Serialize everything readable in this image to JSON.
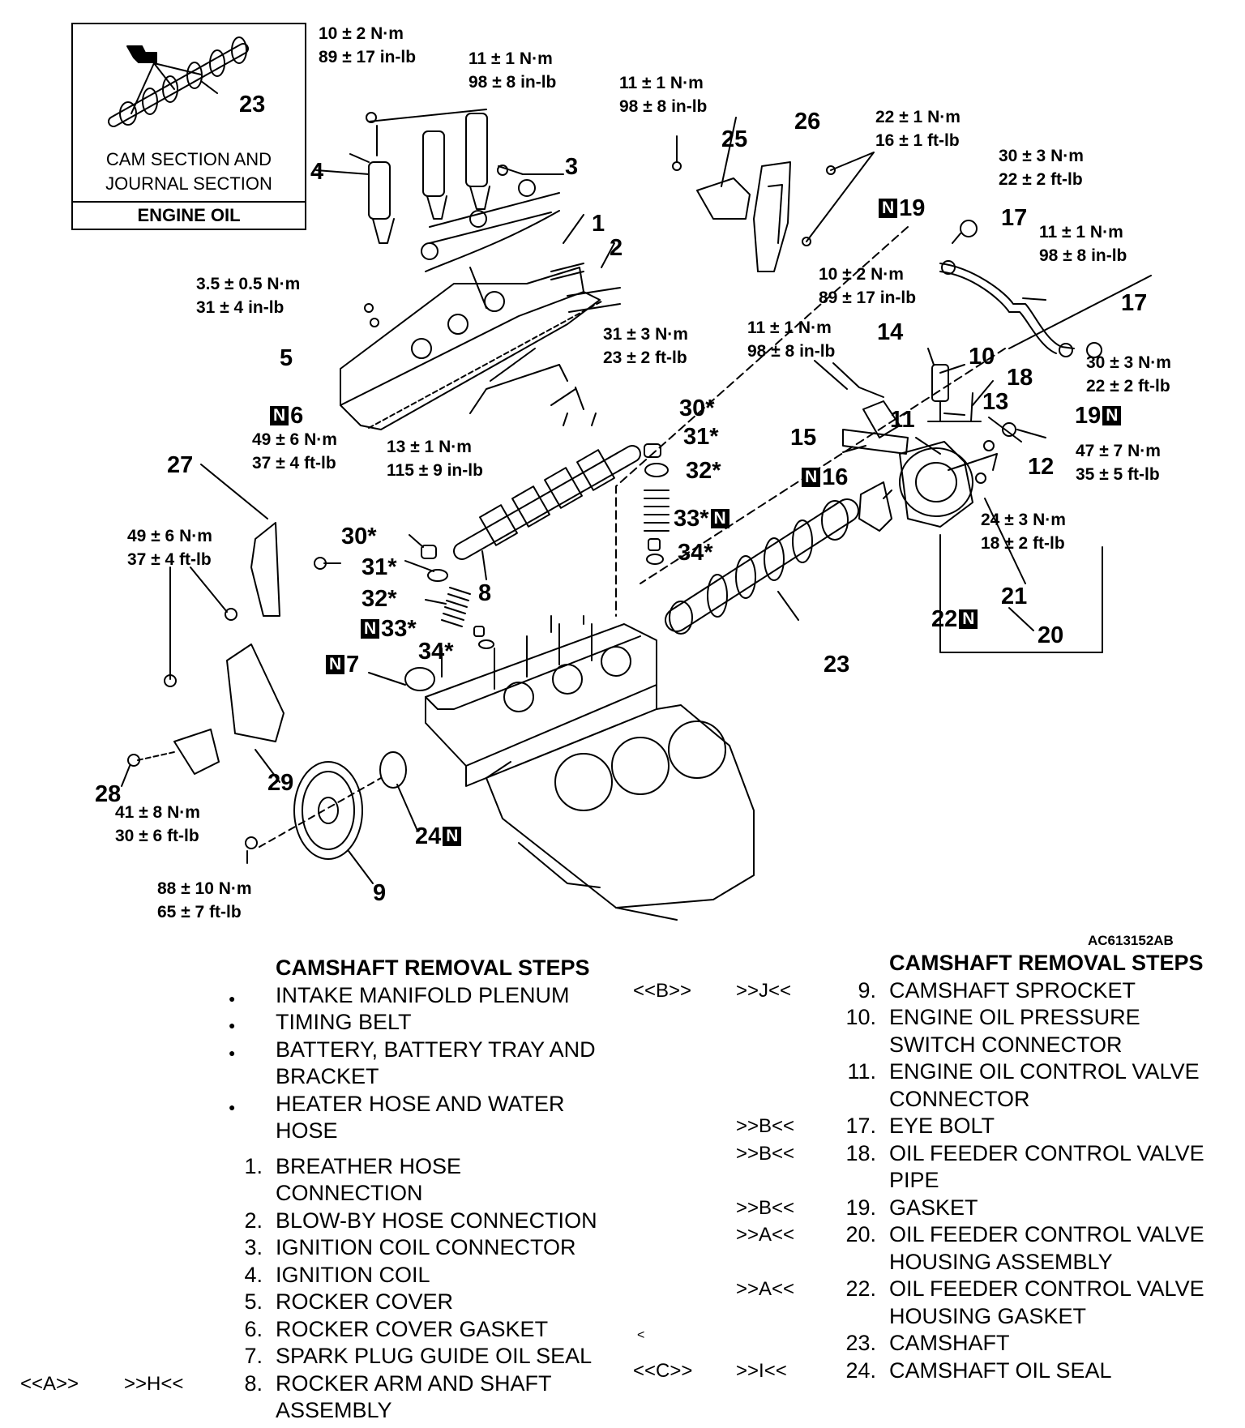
{
  "figure_code": "AC613152AB",
  "inset": {
    "part": "23",
    "caption_line1": "CAM SECTION AND",
    "caption_line2": "JOURNAL SECTION",
    "footer": "ENGINE OIL"
  },
  "torque_specs": [
    {
      "id": "t1",
      "l1": "10 ± 2 N·m",
      "l2": "89 ± 17 in-lb"
    },
    {
      "id": "t2",
      "l1": "11 ± 1 N·m",
      "l2": "98 ± 8 in-lb"
    },
    {
      "id": "t3",
      "l1": "11 ± 1 N·m",
      "l2": "98 ± 8 in-lb"
    },
    {
      "id": "t4",
      "l1": "22 ± 1 N·m",
      "l2": "16 ± 1 ft-lb"
    },
    {
      "id": "t5",
      "l1": "30 ± 3 N·m",
      "l2": "22 ± 2 ft-lb"
    },
    {
      "id": "t6",
      "l1": "11 ± 1 N·m",
      "l2": "98 ± 8 in-lb"
    },
    {
      "id": "t7",
      "l1": "3.5 ± 0.5 N·m",
      "l2": "31 ± 4 in-lb"
    },
    {
      "id": "t8",
      "l1": "10 ± 2 N·m",
      "l2": "89 ± 17 in-lb"
    },
    {
      "id": "t9",
      "l1": "31 ± 3 N·m",
      "l2": "23 ± 2 ft-lb"
    },
    {
      "id": "t10",
      "l1": "11 ± 1 N·m",
      "l2": "98 ± 8 in-lb"
    },
    {
      "id": "t11",
      "l1": "30 ± 3 N·m",
      "l2": "22 ± 2 ft-lb"
    },
    {
      "id": "t12",
      "l1": "49 ± 6 N·m",
      "l2": "37 ± 4 ft-lb"
    },
    {
      "id": "t13",
      "l1": "13 ± 1 N·m",
      "l2": "115 ± 9 in-lb"
    },
    {
      "id": "t14",
      "l1": "47 ± 7 N·m",
      "l2": "35 ± 5 ft-lb"
    },
    {
      "id": "t15",
      "l1": "49 ± 6 N·m",
      "l2": "37 ± 4 ft-lb"
    },
    {
      "id": "t16",
      "l1": "24 ± 3 N·m",
      "l2": "18 ± 2 ft-lb"
    },
    {
      "id": "t17",
      "l1": "41 ± 8 N·m",
      "l2": "30 ± 6 ft-lb"
    },
    {
      "id": "t18",
      "l1": "88 ± 10 N·m",
      "l2": "65 ± 7 ft-lb"
    }
  ],
  "callouts": [
    {
      "id": "c4",
      "text": "4"
    },
    {
      "id": "c3",
      "text": "3"
    },
    {
      "id": "c1",
      "text": "1"
    },
    {
      "id": "c2",
      "text": "2"
    },
    {
      "id": "c25",
      "text": "25"
    },
    {
      "id": "c26",
      "text": "26"
    },
    {
      "id": "c17a",
      "text": "17"
    },
    {
      "id": "c17b",
      "text": "17"
    },
    {
      "id": "c5",
      "text": "5"
    },
    {
      "id": "c14",
      "text": "14"
    },
    {
      "id": "c10",
      "text": "10"
    },
    {
      "id": "c18",
      "text": "18"
    },
    {
      "id": "c13",
      "text": "13"
    },
    {
      "id": "c11",
      "text": "11"
    },
    {
      "id": "c15",
      "text": "15"
    },
    {
      "id": "c12",
      "text": "12"
    },
    {
      "id": "c27",
      "text": "27"
    },
    {
      "id": "c30a",
      "text": "30*"
    },
    {
      "id": "c31a",
      "text": "31*"
    },
    {
      "id": "c32a",
      "text": "32*"
    },
    {
      "id": "c34a",
      "text": "34*"
    },
    {
      "id": "c30b",
      "text": "30*"
    },
    {
      "id": "c31b",
      "text": "31*"
    },
    {
      "id": "c32b",
      "text": "32*"
    },
    {
      "id": "c8",
      "text": "8"
    },
    {
      "id": "c34b",
      "text": "34*"
    },
    {
      "id": "c21",
      "text": "21"
    },
    {
      "id": "c20",
      "text": "20"
    },
    {
      "id": "c23",
      "text": "23"
    },
    {
      "id": "c29",
      "text": "29"
    },
    {
      "id": "c28",
      "text": "28"
    },
    {
      "id": "c9",
      "text": "9"
    }
  ],
  "n_callouts": [
    {
      "id": "n19a",
      "text": "19",
      "box": "N",
      "order": "box-first"
    },
    {
      "id": "n19b",
      "text": "19",
      "box": "N",
      "order": "box-last"
    },
    {
      "id": "n6",
      "text": "6",
      "box": "N",
      "order": "box-first"
    },
    {
      "id": "n16",
      "text": "16",
      "box": "N",
      "order": "box-first"
    },
    {
      "id": "n33a",
      "text": "33*",
      "box": "N",
      "order": "box-last"
    },
    {
      "id": "n33b",
      "text": "33*",
      "box": "N",
      "order": "box-first"
    },
    {
      "id": "n22",
      "text": "22",
      "box": "N",
      "order": "box-last"
    },
    {
      "id": "n7",
      "text": "7",
      "box": "N",
      "order": "box-first"
    },
    {
      "id": "n24",
      "text": "24",
      "box": "N",
      "order": "box-last"
    }
  ],
  "steps_left": {
    "title": "CAMSHAFT REMOVAL STEPS",
    "prereqs": [
      [
        "INTAKE MANIFOLD PLENUM"
      ],
      [
        "TIMING BELT"
      ],
      [
        "BATTERY, BATTERY TRAY AND",
        "BRACKET"
      ],
      [
        "HEATER HOSE AND WATER",
        "HOSE"
      ]
    ],
    "items": [
      {
        "num": "1.",
        "lines": [
          "BREATHER HOSE",
          "CONNECTION"
        ]
      },
      {
        "num": "2.",
        "lines": [
          "BLOW-BY HOSE CONNECTION"
        ]
      },
      {
        "num": "3.",
        "lines": [
          "IGNITION COIL CONNECTOR"
        ]
      },
      {
        "num": "4.",
        "lines": [
          "IGNITION COIL"
        ]
      },
      {
        "num": "5.",
        "lines": [
          "ROCKER COVER"
        ]
      },
      {
        "num": "6.",
        "lines": [
          "ROCKER COVER GASKET"
        ]
      },
      {
        "num": "7.",
        "lines": [
          "SPARK PLUG GUIDE OIL SEAL"
        ]
      },
      {
        "num": "8.",
        "lines": [
          "ROCKER ARM AND SHAFT",
          "ASSEMBLY"
        ],
        "ref_removal": "<<A>>",
        "ref_install": ">>H<<"
      }
    ]
  },
  "steps_right": {
    "title": "CAMSHAFT REMOVAL STEPS",
    "items": [
      {
        "num": "9.",
        "lines": [
          "CAMSHAFT SPROCKET"
        ],
        "ref_removal": "<<B>>",
        "ref_install": ">>J<<"
      },
      {
        "num": "10.",
        "lines": [
          "ENGINE OIL PRESSURE",
          "SWITCH CONNECTOR"
        ]
      },
      {
        "num": "11.",
        "lines": [
          "ENGINE OIL CONTROL VALVE",
          "CONNECTOR"
        ]
      },
      {
        "num": "17.",
        "lines": [
          "EYE BOLT"
        ],
        "ref_install": ">>B<<"
      },
      {
        "num": "18.",
        "lines": [
          "OIL FEEDER CONTROL VALVE",
          "PIPE"
        ],
        "ref_install": ">>B<<"
      },
      {
        "num": "19.",
        "lines": [
          "GASKET"
        ],
        "ref_install": ">>B<<"
      },
      {
        "num": "20.",
        "lines": [
          "OIL FEEDER CONTROL VALVE",
          "HOUSING ASSEMBLY"
        ],
        "ref_install": ">>A<<"
      },
      {
        "num": "22.",
        "lines": [
          "OIL FEEDER CONTROL VALVE",
          "HOUSING GASKET"
        ],
        "ref_install": ">>A<<"
      },
      {
        "num": "23.",
        "lines": [
          "CAMSHAFT"
        ],
        "stray_mark": "<"
      },
      {
        "num": "24.",
        "lines": [
          "CAMSHAFT OIL SEAL"
        ],
        "ref_removal": "<<C>>",
        "ref_install": ">>I<<"
      }
    ]
  }
}
